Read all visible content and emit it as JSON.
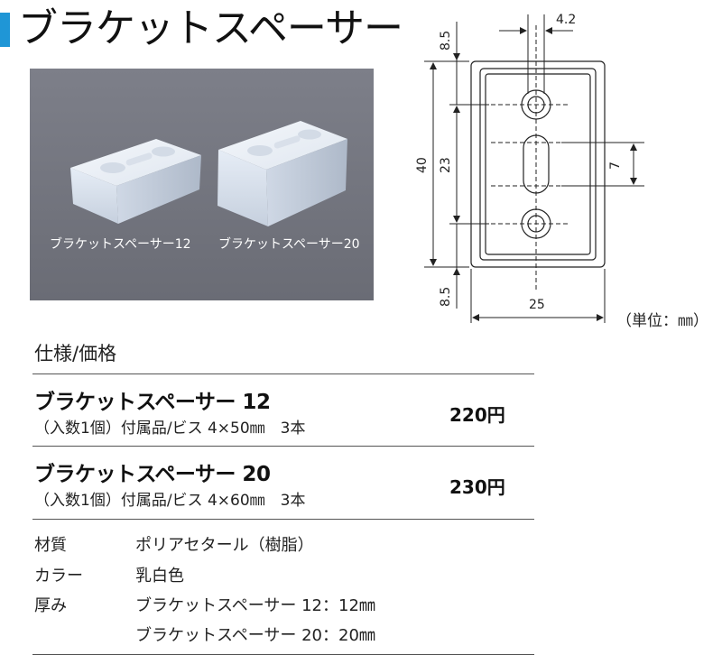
{
  "page": {
    "title": "ブラケットスペーサー",
    "accent_color": "#1f96d6"
  },
  "photo": {
    "caption_12": "ブラケットスペーサー12",
    "caption_20": "ブラケットスペーサー20"
  },
  "drawing": {
    "dim_top_offset": "8.5",
    "dim_bottom_offset": "8.5",
    "dim_height": "40",
    "dim_hole_pitch": "23",
    "dim_slot": "7",
    "dim_width": "25",
    "dim_hole": "4.2",
    "unit_label": "（単位：㎜）"
  },
  "spec": {
    "section_title": "仕様/価格",
    "products": [
      {
        "name": "ブラケットスペーサー 12",
        "detail": "（入数1個）付属品/ビス 4×50㎜　3本",
        "price": "220円"
      },
      {
        "name": "ブラケットスペーサー 20",
        "detail": "（入数1個）付属品/ビス 4×60㎜　3本",
        "price": "230円"
      }
    ],
    "material_label": "材質",
    "material_value": "ポリアセタール（樹脂）",
    "color_label": "カラー",
    "color_value": "乳白色",
    "thickness_label": "厚み",
    "thickness_value_1": "ブラケットスペーサー 12：12㎜",
    "thickness_value_2": "ブラケットスペーサー 20：20㎜"
  }
}
